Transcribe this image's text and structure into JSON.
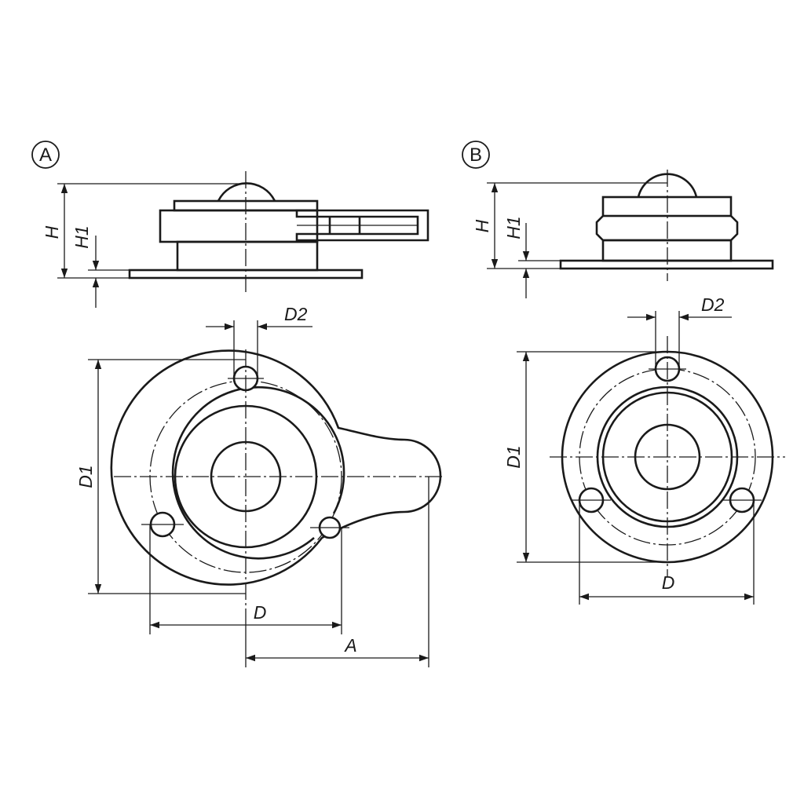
{
  "view_a": {
    "id_label": "A",
    "dimensions": {
      "height": "H",
      "flange_height": "H1",
      "hole_diameter": "D2",
      "outer_diameter": "D1",
      "bolt_circle": "D",
      "lever_length": "A"
    }
  },
  "view_b": {
    "id_label": "B",
    "dimensions": {
      "height": "H",
      "flange_height": "H1",
      "hole_diameter": "D2",
      "outer_diameter": "D1",
      "bolt_circle": "D"
    }
  },
  "colors": {
    "line": "#1a1a1a",
    "background": "#ffffff"
  }
}
